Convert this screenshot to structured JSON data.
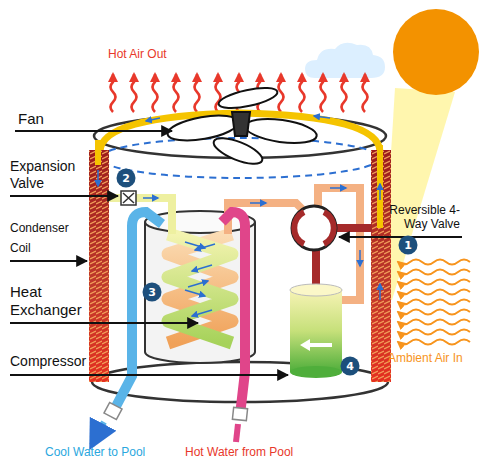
{
  "diagram": {
    "nodes": [
      {
        "text": [
          "2"
        ]
      },
      {
        "text": [
          "1"
        ]
      },
      {
        "text": [
          "3"
        ]
      },
      {
        "text": [
          "4"
        ]
      }
    ],
    "labels": [
      "Hot Air Out",
      "Fan",
      "Expansion Valve",
      "Condenser Coil",
      "Heat Exchanger",
      "Compressor",
      "Reversible 4-Way Valve",
      "Ambient Air In",
      "Cool Water to Pool",
      "Hot Water from Pool"
    ]
  }
}
